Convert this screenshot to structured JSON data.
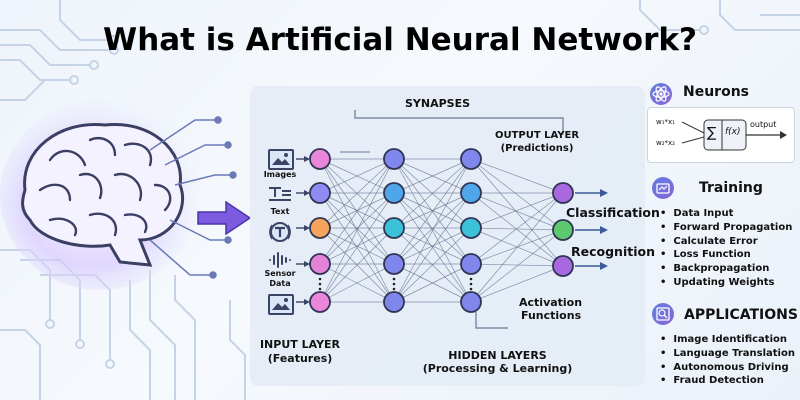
{
  "title": "What is Artificial Neural Network?",
  "network": {
    "synapses_label": "SYNAPSES",
    "output_layer_label": "OUTPUT LAYER",
    "output_layer_sub": "(Predictions)",
    "input_layer_label": "INPUT LAYER",
    "input_layer_sub": "(Features)",
    "hidden_layers_label": "HIDDEN LAYERS",
    "hidden_layers_sub": "(Processing & Learning)",
    "activation_line1": "Activation",
    "activation_line2": "Functions",
    "classification": "Classification",
    "recognition": "Recognition",
    "inputs": [
      {
        "label": "Images",
        "icon": "image-icon"
      },
      {
        "label": "Text",
        "icon": "text-icon"
      },
      {
        "label": "",
        "icon": "t-circle-icon"
      },
      {
        "label": "Sensor Data",
        "icon": "waveform-icon"
      },
      {
        "label": "",
        "icon": "picture-icon"
      }
    ],
    "input_colors": [
      "#e986d9",
      "#8e8cf2",
      "#f4a35c",
      "#e382d8",
      "#e986d9"
    ],
    "hidden1_colors": [
      "#7f86ec",
      "#4fa6ea",
      "#3bc2d8",
      "#7f86ec",
      "#7f86ec"
    ],
    "hidden2_colors": [
      "#7f86ec",
      "#4fa6ea",
      "#3bc2d8",
      "#7f86ec",
      "#7f86ec"
    ],
    "output_colors": [
      "#a768e0",
      "#5cc96e",
      "#a768e0"
    ]
  },
  "neurons": {
    "title": "Neurons",
    "input1": "w₁*x₁",
    "input2": "w₂*x₂",
    "sum_symbol": "∑",
    "func": "f(x)",
    "output": "output"
  },
  "training": {
    "title": "Training",
    "items": [
      "Data Input",
      "Forward Propagation",
      "Calculate Error",
      "Loss Function",
      "Backpropagation",
      "Updating Weights"
    ]
  },
  "applications": {
    "title": "APPLICATIONS",
    "items": [
      "Image Identification",
      "Language Translation",
      "Autonomous Driving",
      "Fraud Detection"
    ]
  },
  "colors": {
    "panel_bg": "#e6eef8",
    "arrow_purple": "#7d5be0",
    "edge": "#5a6a8a",
    "brain_glow": "#c8b6ff"
  }
}
